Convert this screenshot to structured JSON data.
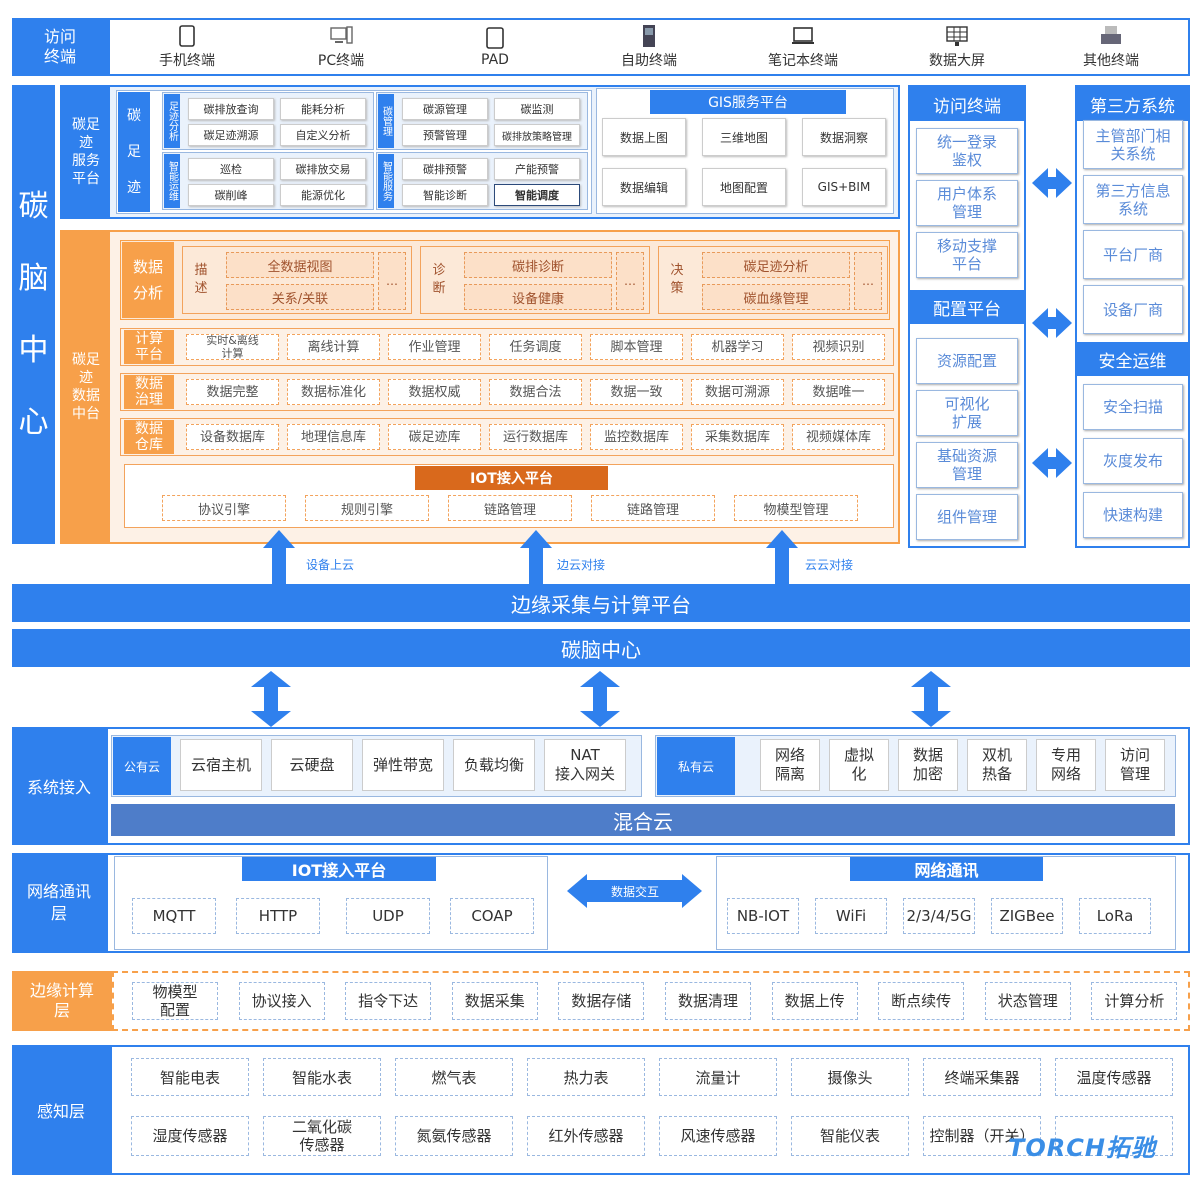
{
  "access": {
    "label": "访问\n终端",
    "items": [
      {
        "icon": "phone-icon",
        "label": "手机终端"
      },
      {
        "icon": "pc-icon",
        "label": "PC终端"
      },
      {
        "icon": "pad-icon",
        "label": "PAD"
      },
      {
        "icon": "kiosk-icon",
        "label": "自助终端"
      },
      {
        "icon": "laptop-icon",
        "label": "笔记本终端"
      },
      {
        "icon": "bigscreen-icon",
        "label": "数据大屏"
      },
      {
        "icon": "printer-icon",
        "label": "其他终端"
      }
    ]
  },
  "brain": {
    "side": "碳\n脑\n中\n心",
    "service": {
      "label": "碳足\n迹\n服务\n平台",
      "col1": "碳\n足\n迹",
      "g1": {
        "label": "足迹分析",
        "items": [
          "碳排放查询",
          "能耗分析",
          "碳足迹溯源",
          "自定义分析"
        ]
      },
      "g2": {
        "label": "智能运维",
        "items": [
          "巡检",
          "碳排放交易",
          "碳削峰",
          "能源优化"
        ]
      },
      "g3": {
        "label": "碳管理",
        "items": [
          "碳源管理",
          "碳监测",
          "预警管理",
          "碳排放策略管理"
        ]
      },
      "g4": {
        "label": "智能服务",
        "items": [
          "碳排预警",
          "产能预警",
          "智能诊断",
          "智能调度"
        ]
      },
      "gis": {
        "title": "GIS服务平台",
        "items": [
          "数据上图",
          "三维地图",
          "数据洞察",
          "数据编辑",
          "地图配置",
          "GIS+BIM"
        ]
      }
    },
    "data": {
      "label": "碳足\n迹\n数据\n中台",
      "analysis": {
        "label": "数据\n分析",
        "groups": [
          {
            "label": "描\n述",
            "items": [
              "全数据视图",
              "关系/关联"
            ]
          },
          {
            "label": "诊\n断",
            "items": [
              "碳排诊断",
              "设备健康"
            ]
          },
          {
            "label": "决\n策",
            "items": [
              "碳足迹分析",
              "碳血缘管理"
            ]
          }
        ],
        "dots": "…"
      },
      "rows": [
        {
          "label": "计算\n平台",
          "items": [
            "实时&离线\n计算",
            "离线计算",
            "作业管理",
            "任务调度",
            "脚本管理",
            "机器学习",
            "视频识别"
          ]
        },
        {
          "label": "数据\n治理",
          "items": [
            "数据完整",
            "数据标准化",
            "数据权威",
            "数据合法",
            "数据一致",
            "数据可溯源",
            "数据唯一"
          ]
        },
        {
          "label": "数据\n仓库",
          "items": [
            "设备数据库",
            "地理信息库",
            "碳足迹库",
            "运行数据库",
            "监控数据库",
            "采集数据库",
            "视频媒体库"
          ]
        }
      ],
      "iot": {
        "title": "IOT接入平台",
        "items": [
          "协议引擎",
          "规则引擎",
          "链路管理",
          "链路管理",
          "物模型管理"
        ]
      }
    },
    "right": {
      "access": {
        "title": "访问终端",
        "items": [
          "统一登录\n鉴权",
          "用户体系\n管理",
          "移动支撑\n平台"
        ]
      },
      "config": {
        "title": "配置平台",
        "items": [
          "资源配置",
          "可视化\n扩展",
          "基础资源\n管理",
          "组件管理"
        ]
      },
      "third": {
        "title": "第三方系统",
        "items": [
          "主管部门相\n关系统",
          "第三方信息\n系统",
          "平台厂商",
          "设备厂商"
        ]
      },
      "ops": {
        "title": "安全运维",
        "items": [
          "安全扫描",
          "灰度发布",
          "快速构建"
        ]
      }
    }
  },
  "arrows": {
    "a1": "设备上云",
    "a2": "边云对接",
    "a3": "云云对接"
  },
  "edge_platform": "边缘采集与计算平台",
  "brain_bar": "碳脑中心",
  "system": {
    "label": "系统接入",
    "public": {
      "label": "公有云",
      "items": [
        "云宿主机",
        "云硬盘",
        "弹性带宽",
        "负载均衡",
        "NAT\n接入网关"
      ]
    },
    "private": {
      "label": "私有云",
      "items": [
        "网络\n隔离",
        "虚拟\n化",
        "数据\n加密",
        "双机\n热备",
        "专用\n网络",
        "访问\n管理"
      ]
    },
    "hybrid": "混合云"
  },
  "network": {
    "label": "网络通讯\n层",
    "iot": {
      "title": "IOT接入平台",
      "items": [
        "MQTT",
        "HTTP",
        "UDP",
        "COAP"
      ]
    },
    "exchange": "数据交互",
    "comm": {
      "title": "网络通讯",
      "items": [
        "NB-IOT",
        "WiFi",
        "2/3/4/5G",
        "ZIGBee",
        "LoRa"
      ]
    }
  },
  "edge": {
    "label": "边缘计算\n层",
    "items": [
      "物模型\n配置",
      "协议接入",
      "指令下达",
      "数据采集",
      "数据存储",
      "数据清理",
      "数据上传",
      "断点续传",
      "状态管理",
      "计算分析"
    ]
  },
  "sense": {
    "label": "感知层",
    "row1": [
      "智能电表",
      "智能水表",
      "燃气表",
      "热力表",
      "流量计",
      "摄像头",
      "终端采集器",
      "温度传感器"
    ],
    "row2": [
      "湿度传感器",
      "二氧化碳\n传感器",
      "氮氨传感器",
      "红外传感器",
      "风速传感器",
      "智能仪表",
      "控制器（开关）",
      ""
    ]
  },
  "watermark": "TORCH拓驰",
  "colors": {
    "blue": "#2f80ed",
    "orange": "#f7a04a",
    "orange_dark": "#d9691c"
  }
}
